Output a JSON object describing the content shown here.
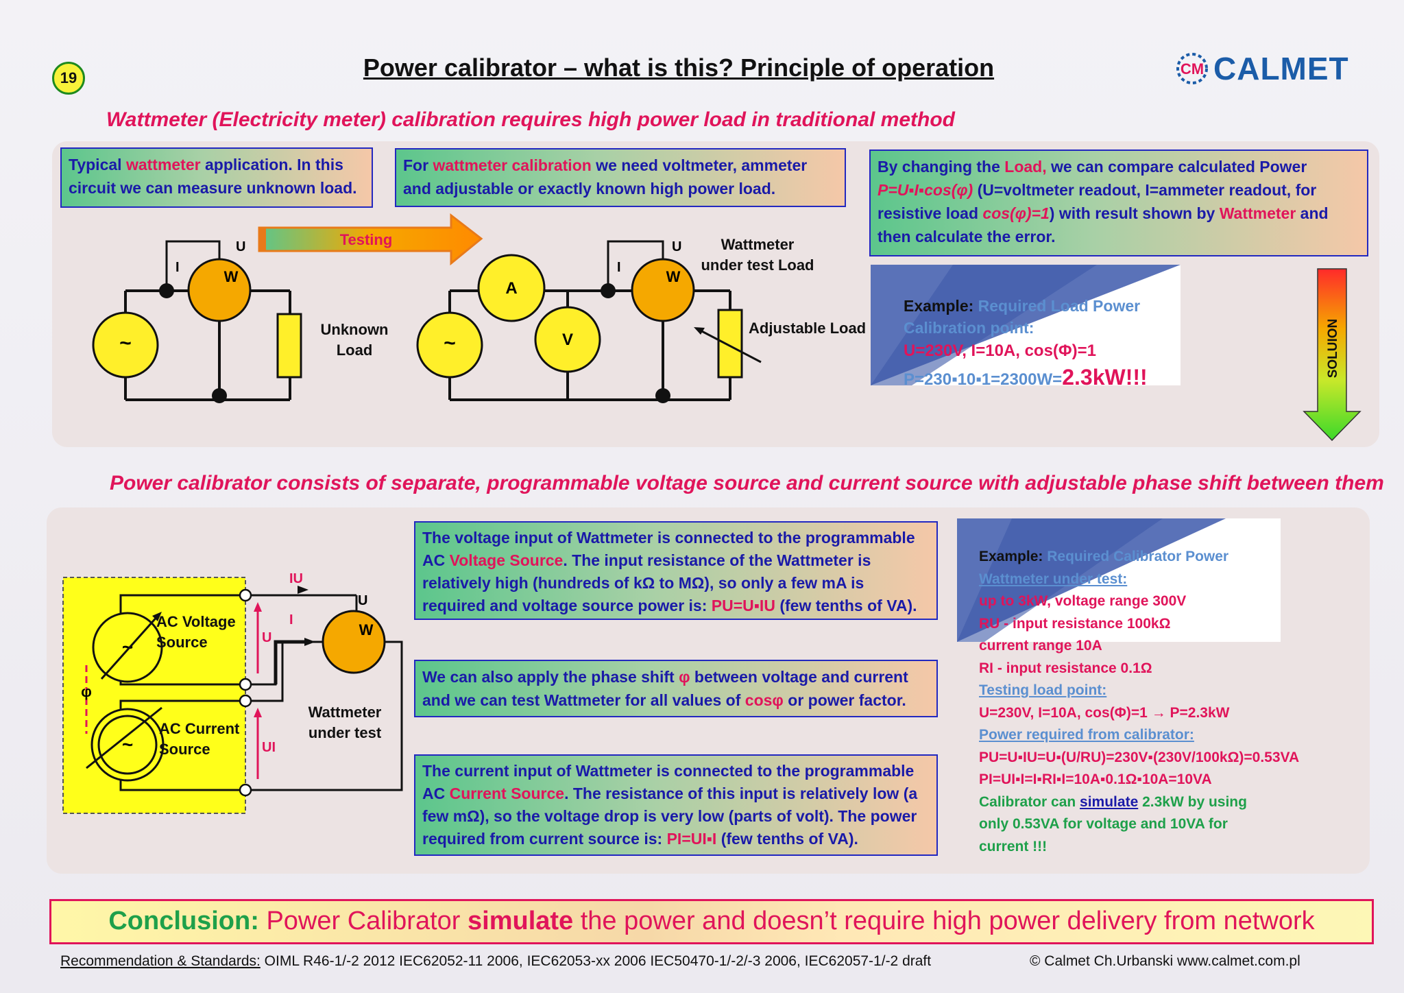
{
  "page_number": "19",
  "title": "Power calibrator – what is this? Principle of operation",
  "logo": {
    "text": "CALMET",
    "mark": "CM"
  },
  "section1": {
    "heading": "Wattmeter (Electricity meter) calibration requires high power load in traditional method",
    "box1": {
      "a": "Typical ",
      "b": "wattmeter",
      "c": " application. In this circuit we can measure unknown load."
    },
    "box2": {
      "a": "For ",
      "b": "wattmeter calibration",
      "c": " we need voltmeter, ammeter and adjustable or exactly known high power load."
    },
    "box3": {
      "a": "By changing the ",
      "b": "Load,",
      "c": " we can compare calculated Power ",
      "d": "P=U▪I▪cos(φ)",
      "e": " (U=voltmeter readout, I=ammeter readout, for resistive load ",
      "f": "cos(φ)=1",
      "g": ") with result shown by ",
      "h": "Wattmeter",
      "i": " and then calculate the error."
    },
    "arrow_label": "Testing",
    "circuit1": {
      "source": "~",
      "meter": "W",
      "u": "U",
      "i": "I",
      "load": "Unknown Load"
    },
    "circuit2": {
      "source": "~",
      "ammeter": "A",
      "voltmeter": "V",
      "meter": "W",
      "u": "U",
      "i": "I",
      "meter_label": "Wattmeter under test Load",
      "load": "Adjustable Load"
    },
    "example": {
      "l1a": "Example:",
      "l1b": "Required Load Power",
      "l2": "Calibration point:",
      "l3": "U=230V, I=10A, cos(Φ)=1",
      "l4a": "P=230▪10▪1=2300W=",
      "l4b": "2.3kW!!!"
    },
    "solution_label": "SOLUION"
  },
  "section2": {
    "heading": "Power calibrator consists of separate, programmable voltage source and current source with adjustable phase shift between them",
    "box1": {
      "a": "The voltage input of Wattmeter is connected to the programmable AC ",
      "b": "Voltage Source",
      "c": ". The input resistance of the Wattmeter is relatively high (hundreds of kΩ to MΩ), so only a few mA is required and voltage source power is: ",
      "d": "PU=U▪IU",
      "e": " (few tenths of VA)."
    },
    "box2": {
      "a": "We can also apply the phase shift ",
      "b": "φ",
      "c": " between voltage and current and we can test Wattmeter for all values of ",
      "d": "cosφ",
      "e": " or power factor."
    },
    "box3": {
      "a": "The current input of Wattmeter is connected to the programmable AC ",
      "b": "Current Source",
      "c": ". The resistance of this input is relatively low (a few mΩ), so the voltage drop is very low (parts of volt). The power required from current source is: ",
      "d": "PI=UI▪I",
      "e": " (few tenths of VA)."
    },
    "circuit": {
      "vs_label": "AC Voltage Source",
      "cs_label": "AC Current Source",
      "phi": "φ",
      "iu": "IU",
      "i": "I",
      "u": "U",
      "u_red": "U",
      "ui": "UI",
      "meter": "W",
      "meter_label": "Wattmeter under test"
    },
    "example": {
      "l1a": "Example:",
      "l1b": "Required Calibrator Power",
      "l2": "Wattmeter under test:",
      "l3": "up to 3kW, voltage range 300V",
      "l4": "RU - input resistance 100kΩ",
      "l5": "current range 10A",
      "l6": "RI - input resistance 0.1Ω",
      "l7": "Testing load point:",
      "l8": "U=230V, I=10A, cos(Φ)=1 → P=2.3kW",
      "l9": "Power required from calibrator:",
      "l10": "PU=U▪IU=U▪(U/RU)=230V▪(230V/100kΩ)=0.53VA",
      "l11": "PI=UI▪I=I▪RI▪I=10A▪0.1Ω▪10A=10VA",
      "l12a": "Calibrator can ",
      "l12b": "simulate",
      "l12c": " 2.3kW by using",
      "l13": "only 0.53VA for voltage and 10VA for",
      "l14": "current !!!"
    }
  },
  "conclusion": {
    "label": "Conclusion:",
    "a": " Power Calibrator ",
    "b": "simulate",
    "c": " the power and doesn’t require high power delivery from network"
  },
  "footer": {
    "label": "Recommendation & Standards:",
    "standards": " OIML R46-1/-2 2012   IEC62052-11 2006, IEC62053-xx 2006   IEC50470-1/-2/-3 2006, IEC62057-1/-2 draft",
    "copyright": "© Calmet Ch.Urbanski   www.calmet.com.pl"
  },
  "colors": {
    "accent": "#e0145a",
    "blue": "#1a1aa8",
    "green": "#1ea04a",
    "yellow": "#f7f23a",
    "orange": "#f5a800"
  },
  "icons": [
    "ac-source-icon",
    "wattmeter-icon",
    "ammeter-icon",
    "voltmeter-icon",
    "resistor-icon",
    "arrow-right-icon",
    "arrow-down-icon"
  ]
}
